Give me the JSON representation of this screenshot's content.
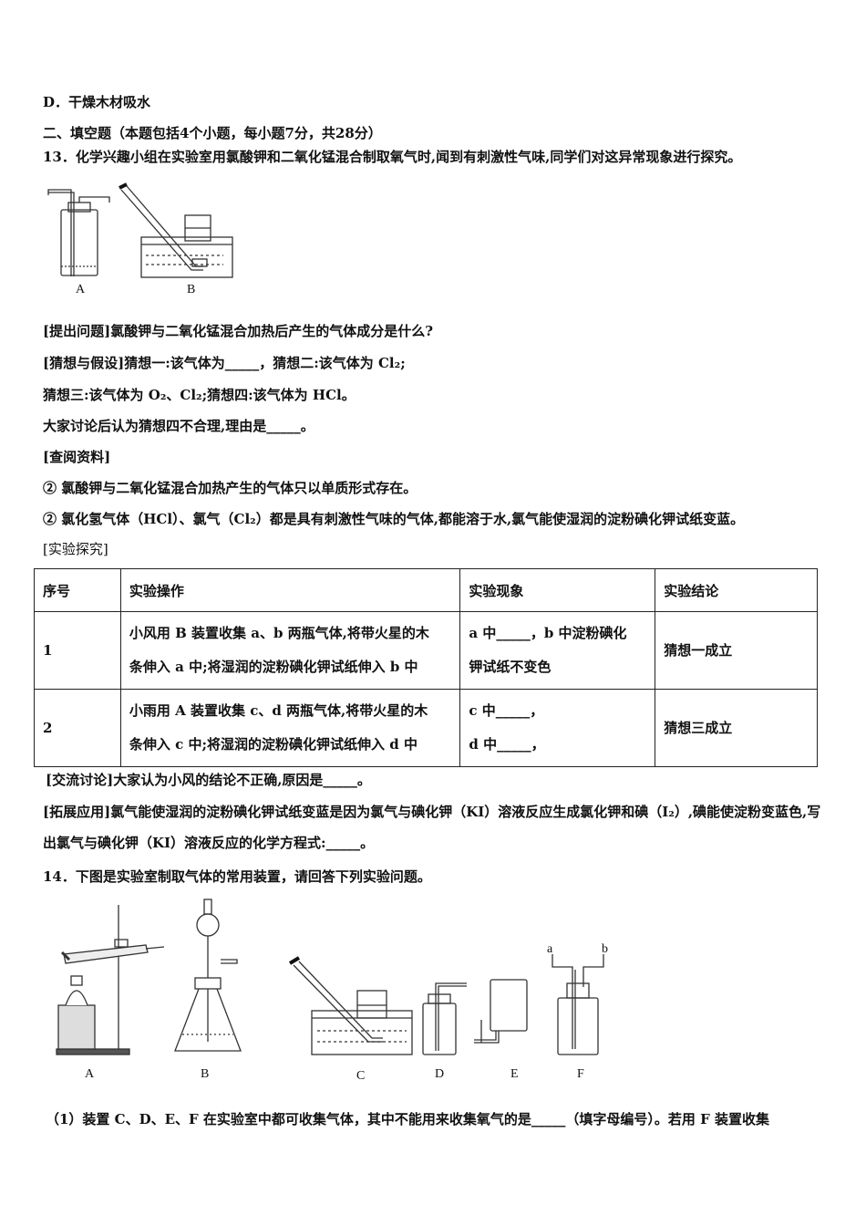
{
  "lines": {
    "option_d": "D．干燥木材吸水",
    "section2": "二、填空题（本题包括4个小题，每小题7分，共28分）",
    "q13": "13．化学兴趣小组在实验室用氯酸钾和二氧化锰混合制取氧气时,闻到有刺激性气味,同学们对这异常现象进行探究。",
    "question": "[提出问题]氯酸钾与二氧化锰混合加热后产生的气体成分是什么?",
    "guess12": "[猜想与假设]猜想一:该气体为_____，猜想二:该气体为 Cl₂;",
    "guess34": "猜想三:该气体为 O₂、Cl₂;猜想四:该气体为 HCl。",
    "discuss": "大家讨论后认为猜想四不合理,理由是_____。",
    "lookup": "[查阅资料]",
    "info1": "② 氯酸钾与二氧化锰混合加热产生的气体只以单质形式存在。",
    "info2": "② 氯化氢气体（HCl）、氯气（Cl₂）都是具有刺激性气味的气体,都能溶于水,氯气能使湿润的淀粉碘化钾试纸变蓝。",
    "explore": "[实验探究]",
    "exchange": "[交流讨论]大家认为小风的结论不正确,原因是_____。",
    "extend": "[拓展应用]氯气能使湿润的淀粉碘化钾试纸变蓝是因为氯气与碘化钾（KI）溶液反应生成氯化钾和碘（I₂）,碘能使淀粉变蓝色,写出氯气与碘化钾（KI）溶液反应的化学方程式:_____。",
    "q14": "14．下图是实验室制取气体的常用装置，请回答下列实验问题。",
    "q14_1": "（1）装置 C、D、E、F 在实验室中都可收集气体，其中不能用来收集氧气的是_____（填字母编号）。若用 F 装置收集"
  },
  "figure1": {
    "labels": [
      "A",
      "B"
    ]
  },
  "figure2": {
    "labels": [
      "A",
      "B",
      "C",
      "D",
      "E",
      "F"
    ],
    "port_labels": [
      "a",
      "b"
    ]
  },
  "table": {
    "headers": [
      "序号",
      "实验操作",
      "实验现象",
      "实验结论"
    ],
    "rows": [
      {
        "no": "1",
        "op_1": "小风用 B 装置收集 a、b 两瓶气体,将带火星的木",
        "op_2": "条伸入 a 中;将湿润的淀粉碘化钾试纸伸入 b 中",
        "ph_1": "a 中_____，b 中淀粉碘化",
        "ph_2": "钾试纸不变色",
        "conclusion": "猜想一成立"
      },
      {
        "no": "2",
        "op_1": "小雨用 A 装置收集 c、d 两瓶气体,将带火星的木",
        "op_2": "条伸入 c 中;将湿润的淀粉碘化钾试纸伸入 d 中",
        "ph_1": "c 中_____，",
        "ph_2": "d 中_____，",
        "conclusion": "猜想三成立"
      }
    ]
  }
}
